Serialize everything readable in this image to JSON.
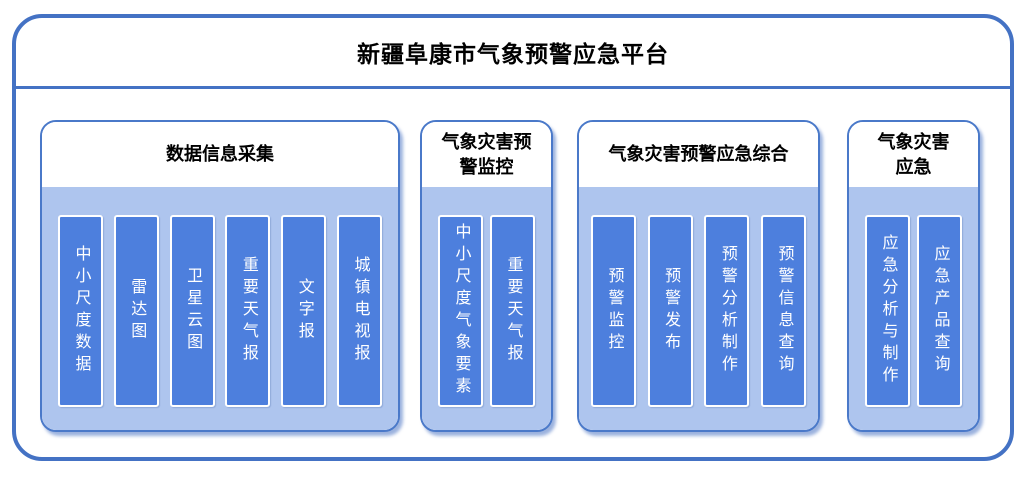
{
  "title": "新疆阜康市气象预警应急平台",
  "colors": {
    "frame_border": "#4472c4",
    "panel_border": "#4a79c9",
    "panel_body": "#aec5ee",
    "bar_fill": "#4d7fdd",
    "bar_border": "#ffffff",
    "shadow": "#8fabdd"
  },
  "groups": [
    {
      "title": "数据信息采集",
      "bars": [
        "中小尺度数据",
        "雷达图",
        "卫星云图",
        "重要天气报",
        "文字报",
        "城镇电视报"
      ]
    },
    {
      "title": "气象灾害预警监控",
      "bars": [
        "中小尺度气象要素",
        "重要天气报"
      ]
    },
    {
      "title": "气象灾害预警应急综合",
      "bars": [
        "预警监控",
        "预警发布",
        "预警分析制作",
        "预警信息查询"
      ]
    },
    {
      "title": "气象灾害应急",
      "bars": [
        "应急分析与制作",
        "应急产品查询"
      ]
    }
  ]
}
